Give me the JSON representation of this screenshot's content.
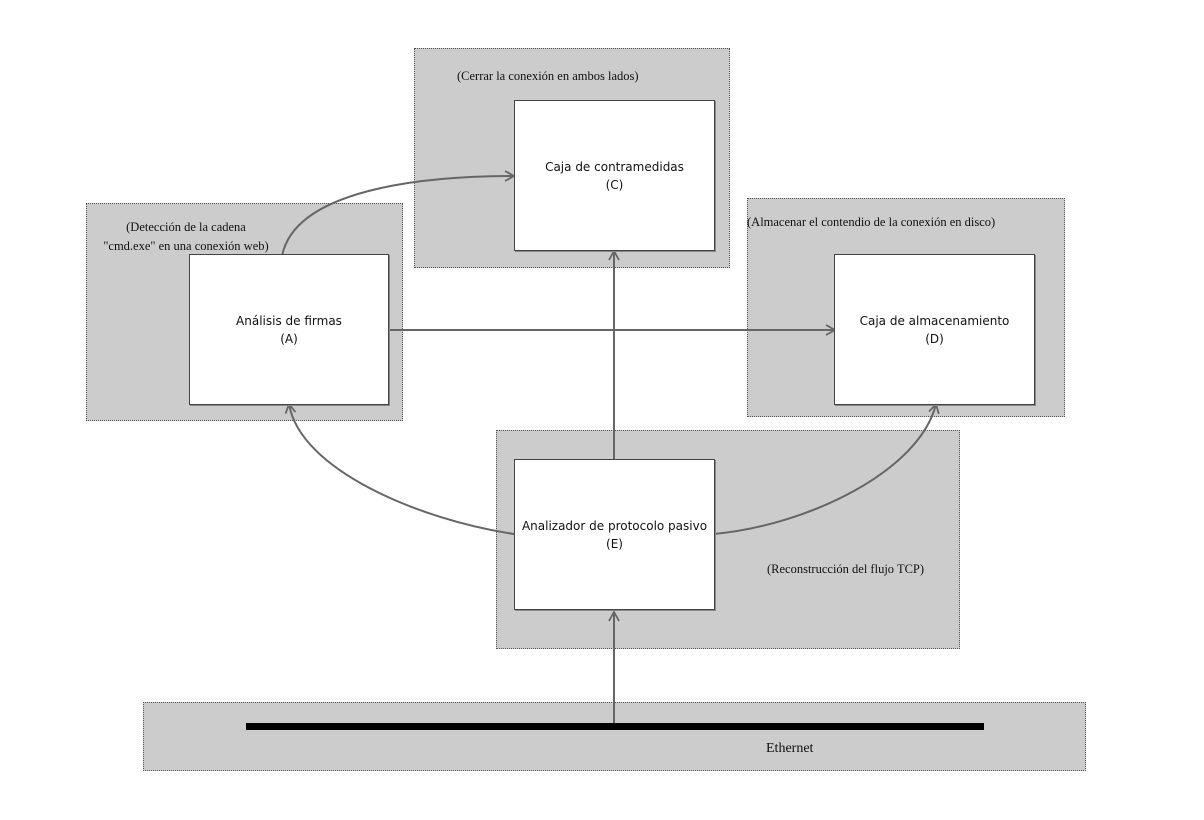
{
  "boxes": {
    "a": {
      "title": "Análisis de firmas",
      "letter": "(A)"
    },
    "c": {
      "title": "Caja de contramedidas",
      "letter": "(C)"
    },
    "d": {
      "title": "Caja de almacenamiento",
      "letter": "(D)"
    },
    "e": {
      "title": "Analizador de protocolo pasivo",
      "letter": "(E)"
    }
  },
  "notes": {
    "c": "(Cerrar la conexión en ambos lados)",
    "a_line1": "(Detección de la cadena",
    "a_line2": "\"cmd.exe\" en una conexión web)",
    "d": "(Almacenar el contendio de la conexión en disco)",
    "e": "(Reconstrucción del flujo TCP)"
  },
  "network": {
    "label": "Ethernet"
  }
}
